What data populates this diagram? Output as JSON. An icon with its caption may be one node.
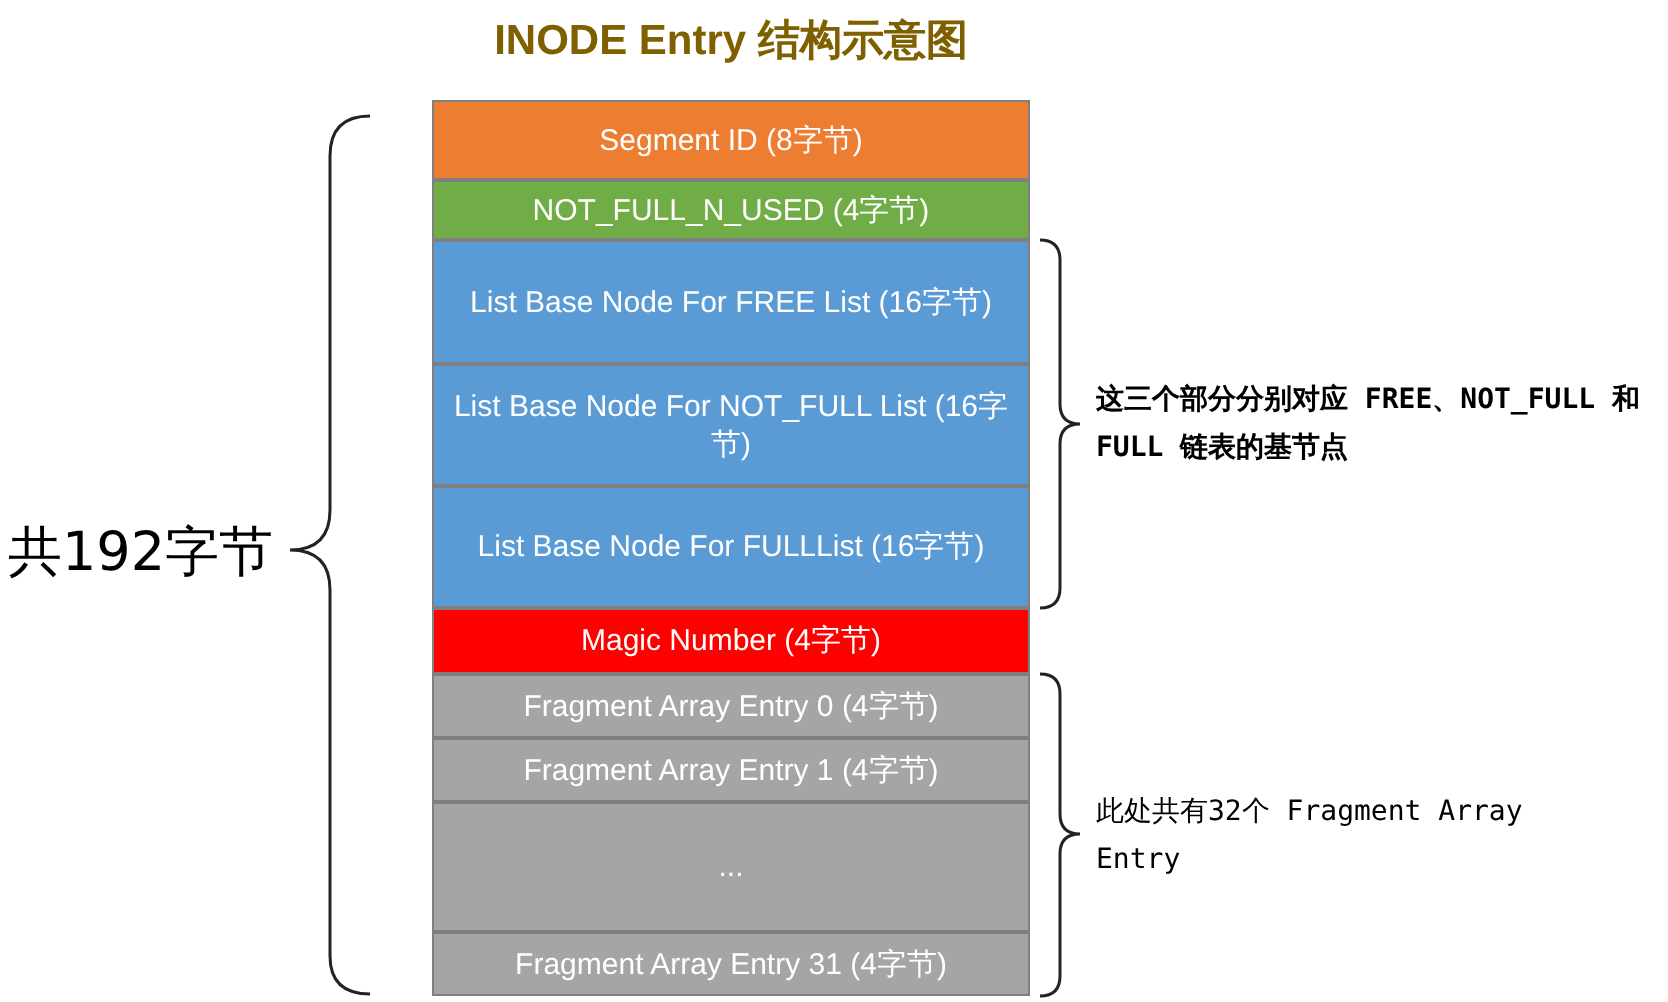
{
  "diagram": {
    "title": "INODE Entry 结构示意图",
    "nodes": [
      {
        "text": [
          "Segment ID (8字节)"
        ]
      },
      {
        "text": [
          "NOT_FULL_N_USED (4字节)"
        ]
      },
      {
        "text": [
          "List Base Node For FREE List (16字节)"
        ]
      },
      {
        "text": [
          "List Base Node For NOT_FULL List (16字节)"
        ]
      },
      {
        "text": [
          "List Base Node For FULLList (16字节)"
        ]
      },
      {
        "text": [
          "Magic Number (4字节)"
        ]
      },
      {
        "text": [
          "Fragment Array Entry 0 (4字节)"
        ]
      },
      {
        "text": [
          "Fragment Array Entry 1 (4字节)"
        ]
      },
      {
        "text": [
          "..."
        ]
      },
      {
        "text": [
          "Fragment Array Entry 31 (4字节)"
        ]
      }
    ],
    "edges": [],
    "labels": [
      "共192字节",
      "这三个部分分别对应 FREE、NOT_FULL 和 FULL 链表的基节点",
      "此处共有32个 Fragment Array Entry"
    ]
  }
}
